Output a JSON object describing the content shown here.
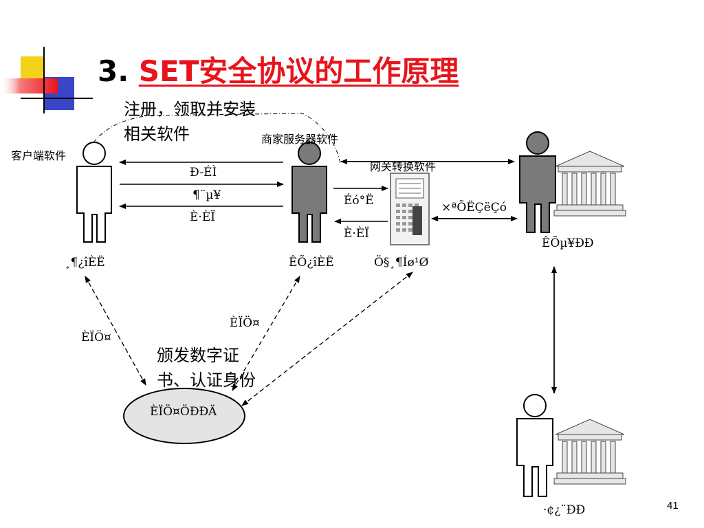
{
  "title": {
    "number": "3.",
    "text": "SET安全协议的工作原理"
  },
  "notes": {
    "register_line1": "注册，领取并安装",
    "register_line2": "相关软件",
    "issue_line1": "颁发数字证",
    "issue_line2": "书、认证身份"
  },
  "software": {
    "client": "客户端软件",
    "merchant": "商家服务器软件",
    "gateway": "网关转换软件"
  },
  "messages": {
    "m1": "Ð-ÉÌ",
    "m2": "¶¨µ¥",
    "m3": "È·ÈÏ",
    "gw_in": "Éó°Ë",
    "gw_out": "È·ÈÏ",
    "transfer": "×ªÕËÇëÇó"
  },
  "parties": {
    "customer": "¸¶¿îÈË",
    "merchant": "ÊÕ¿îÈË",
    "gateway": "Ö§¸¶Íø¹Ø",
    "acquirer": "ÊÕµ¥ÐÐ",
    "issuer": "·¢¿¨ÐÐ"
  },
  "cert": {
    "left": "ÈÏÖ¤",
    "right": "ÈÏÖ¤",
    "center": "ÈÏÖ¤ÖÐÐÄ"
  },
  "page_number": "41",
  "colors": {
    "title_red": "#e8141c",
    "logo_yellow": "#f4d21a",
    "logo_blue": "#3a46c8",
    "logo_red": "#ef5a5a",
    "person_gray": "#7a7a7a",
    "ellipse_fill": "#e4e4e4"
  }
}
